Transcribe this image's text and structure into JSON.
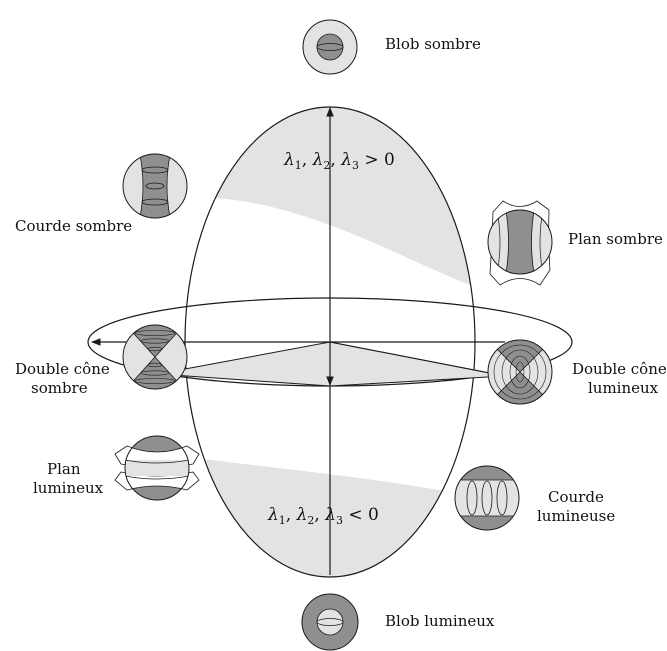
{
  "colors": {
    "dark": "#8f8f8f",
    "light": "#e3e3e3",
    "line": "#1a1a1a",
    "background": "#ffffff"
  },
  "top_region": {
    "lambda": "λ",
    "subs": [
      "1",
      "2",
      "3"
    ],
    "relation": "> 0"
  },
  "bottom_region": {
    "lambda": "λ",
    "subs": [
      "1",
      "2",
      "3"
    ],
    "relation": "< 0"
  },
  "labels": {
    "blob_sombre": [
      "Blob sombre"
    ],
    "courde_sombre": [
      "Courde sombre"
    ],
    "plan_sombre": [
      "Plan sombre"
    ],
    "double_cone_sombre": [
      "Double cône",
      "sombre"
    ],
    "double_cone_lumineux": [
      "Double cône",
      "lumineux"
    ],
    "plan_lumineux": [
      "Plan",
      "lumineux"
    ],
    "courde_lumineuse": [
      "Courde",
      "lumineuse"
    ],
    "blob_lumineux": [
      "Blob lumineux"
    ]
  },
  "icons": [
    "blob-sombre-icon",
    "courde-sombre-icon",
    "plan-sombre-icon",
    "double-cone-sombre-icon",
    "double-cone-lumineux-icon",
    "plan-lumineux-icon",
    "courde-lumineuse-icon",
    "blob-lumineux-icon"
  ]
}
